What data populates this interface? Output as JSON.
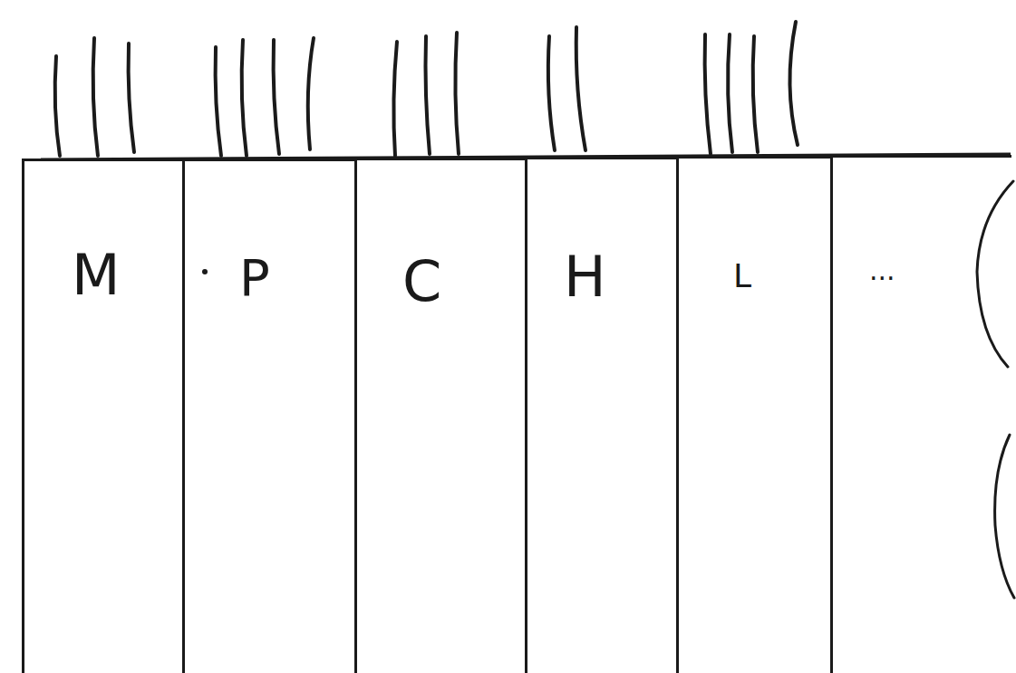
{
  "diagram": {
    "nodes": [
      {
        "text": [
          "M"
        ]
      },
      {
        "text": [
          "P"
        ]
      },
      {
        "text": [
          "C"
        ]
      },
      {
        "text": [
          "H"
        ]
      },
      {
        "text": [
          "L"
        ]
      },
      {
        "text": [
          "..."
        ]
      }
    ]
  }
}
